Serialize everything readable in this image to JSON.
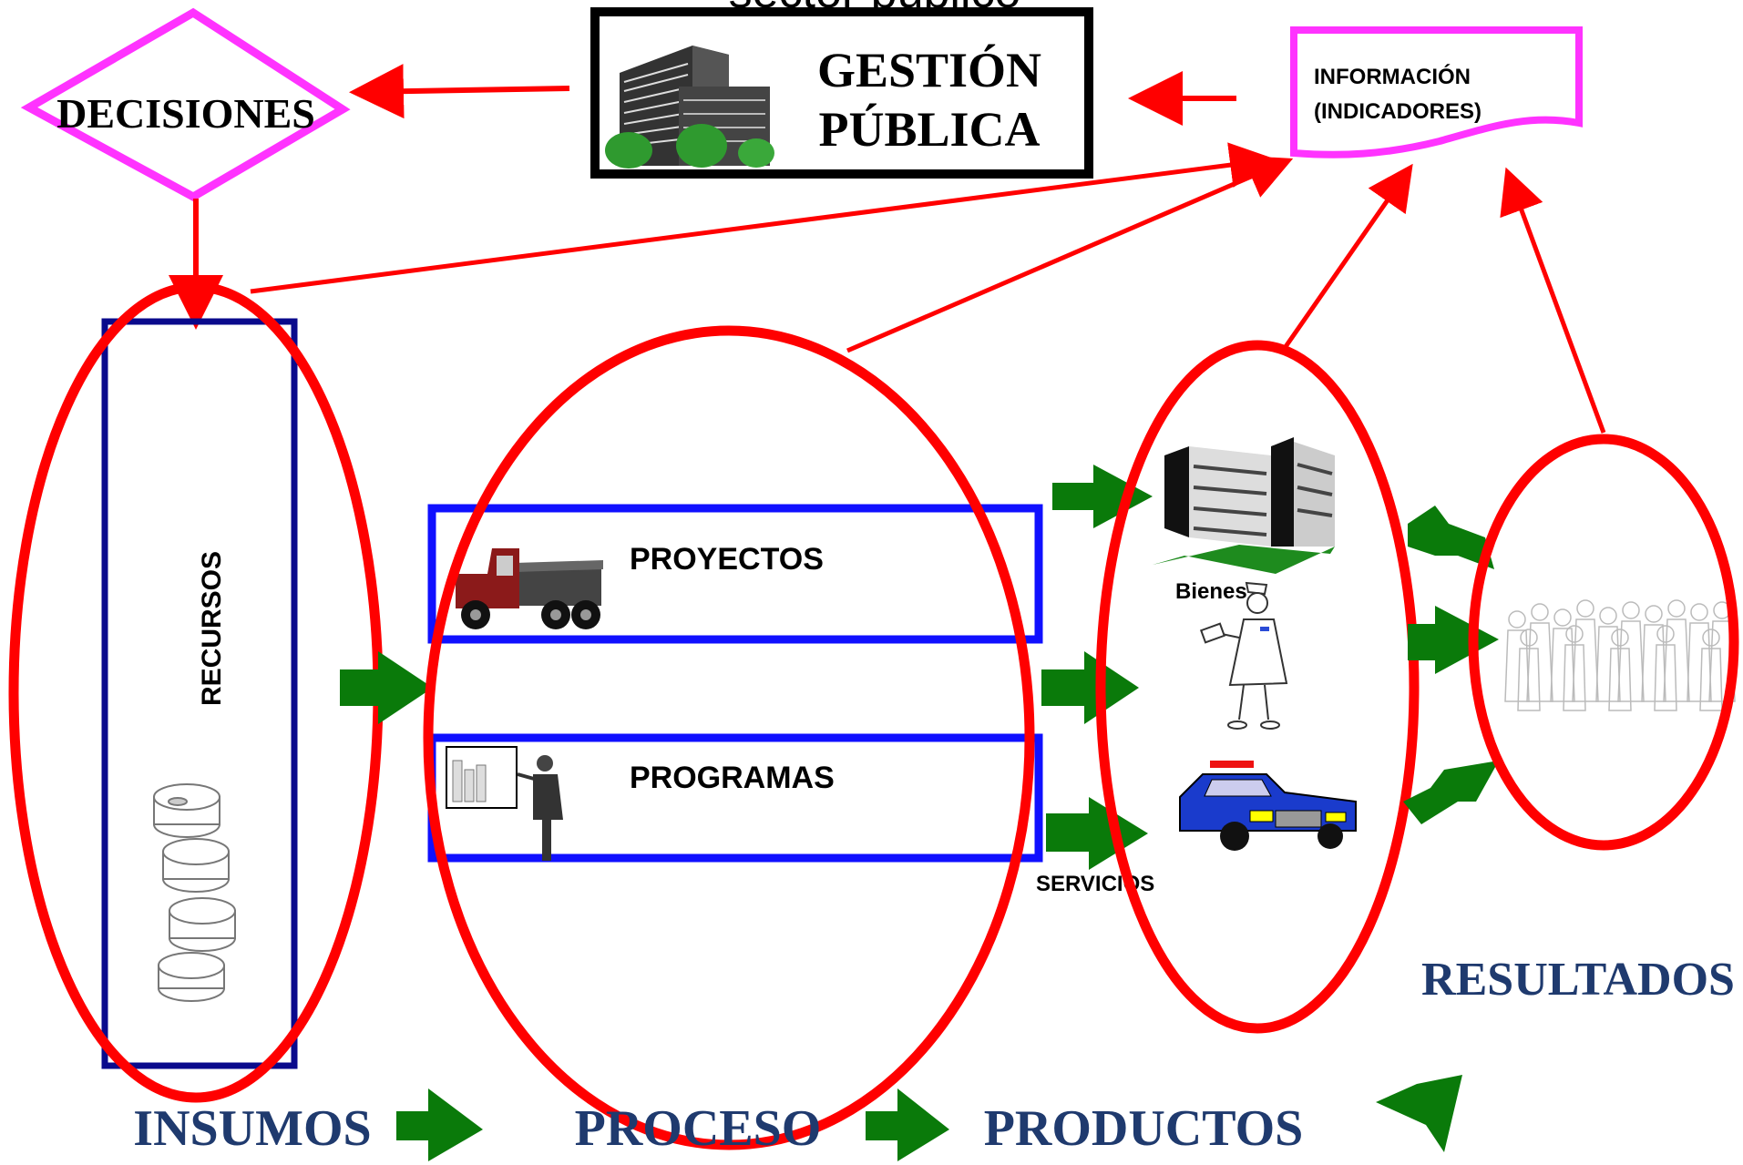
{
  "header": {
    "top_text": "sector público"
  },
  "nodes": {
    "decisiones": "DECISIONES",
    "gestion_line1": "GESTIÓN",
    "gestion_line2": "PÚBLICA",
    "informacion_line1": "INFORMACIÓN",
    "informacion_line2": "(INDICADORES)",
    "recursos": "RECURSOS",
    "proyectos": "PROYECTOS",
    "programas": "PROGRAMAS",
    "bienes": "Bienes",
    "servicios": "SERVICIOS",
    "resultados": "RESULTADOS"
  },
  "bottom_flow": [
    "INSUMOS",
    "PROCESO",
    "PRODUCTOS"
  ],
  "colors": {
    "red": "#ff0000",
    "magenta": "#ff33ff",
    "navy": "#0a0a8c",
    "blue": "#1010ff",
    "green": "#0a7a0a",
    "title_blue": "#1f3a6e"
  },
  "icons": [
    "office-building-icon",
    "coins-stack-icon",
    "dump-truck-icon",
    "presenter-icon",
    "building-icon",
    "nurse-icon",
    "police-car-icon",
    "crowd-icon"
  ]
}
